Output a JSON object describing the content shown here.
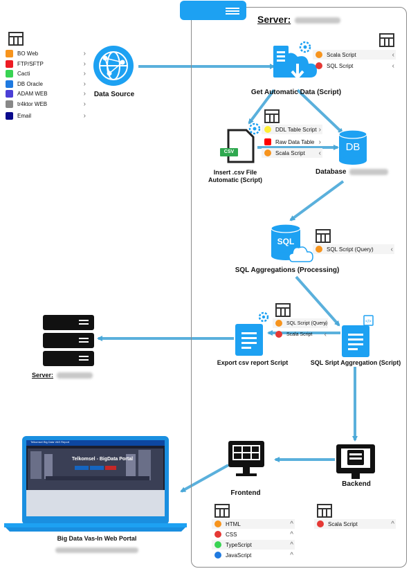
{
  "server_main": {
    "title": "Server:"
  },
  "left_legend": {
    "items": [
      {
        "label": "BO Web",
        "color": "#f7941d"
      },
      {
        "label": "FTP/SFTP",
        "color": "#ed1c24"
      },
      {
        "label": "Cacti",
        "color": "#39d353"
      },
      {
        "label": "DB Oracle",
        "color": "#1f7ae0"
      },
      {
        "label": "ADAM WEB",
        "color": "#4b3fd6"
      },
      {
        "label": "tr4ktor WEB",
        "color": "#888888"
      },
      {
        "label": "Email",
        "color": "#0a0a8c"
      }
    ]
  },
  "nodes": {
    "data_source": "Data Source",
    "get_data": "Get Automatic Data (Script)",
    "csv_badge": "CSV",
    "insert_csv": [
      "Insert .csv File",
      "Automatic (Script)"
    ],
    "db_badge": "DB",
    "database": "Database",
    "sql_badge": "SQL",
    "sql_agg": "SQL Aggregations (Processing)",
    "export_csv": "Export csv report Script",
    "sql_script_agg": "SQL Sript Aggregation (Script)",
    "server2": "Server:",
    "frontend": "Frontend",
    "backend": "Backend",
    "portal": "Big Data Vas-In Web Portal"
  },
  "laptop_screen": {
    "header": "Telkomsel Big Data VAS Report",
    "title": "Telkomsel - BigData Portal"
  },
  "legends": {
    "get_data": [
      {
        "label": "Scala Script",
        "color": "#f7941d"
      },
      {
        "label": "SQL Script",
        "color": "#e53935"
      }
    ],
    "insert": [
      {
        "label": "DDL Table Script",
        "color": "#ffee33"
      },
      {
        "label": "Raw Data Table",
        "color": "#ff0000"
      },
      {
        "label": "Scala Script",
        "color": "#f7941d"
      }
    ],
    "sql_agg": [
      {
        "label": "SQL Script (Query)",
        "color": "#f7941d"
      }
    ],
    "export": [
      {
        "label": "SQL Script (Query)",
        "color": "#f7941d"
      },
      {
        "label": "Scala Script",
        "color": "#e53935"
      }
    ],
    "frontend": [
      {
        "label": "HTML",
        "color": "#f7941d"
      },
      {
        "label": "CSS",
        "color": "#e53935"
      },
      {
        "label": "TypeScript",
        "color": "#39d353"
      },
      {
        "label": "JavaScript",
        "color": "#1f7ae0"
      }
    ],
    "backend": [
      {
        "label": "Scala Script",
        "color": "#e53935"
      }
    ]
  }
}
